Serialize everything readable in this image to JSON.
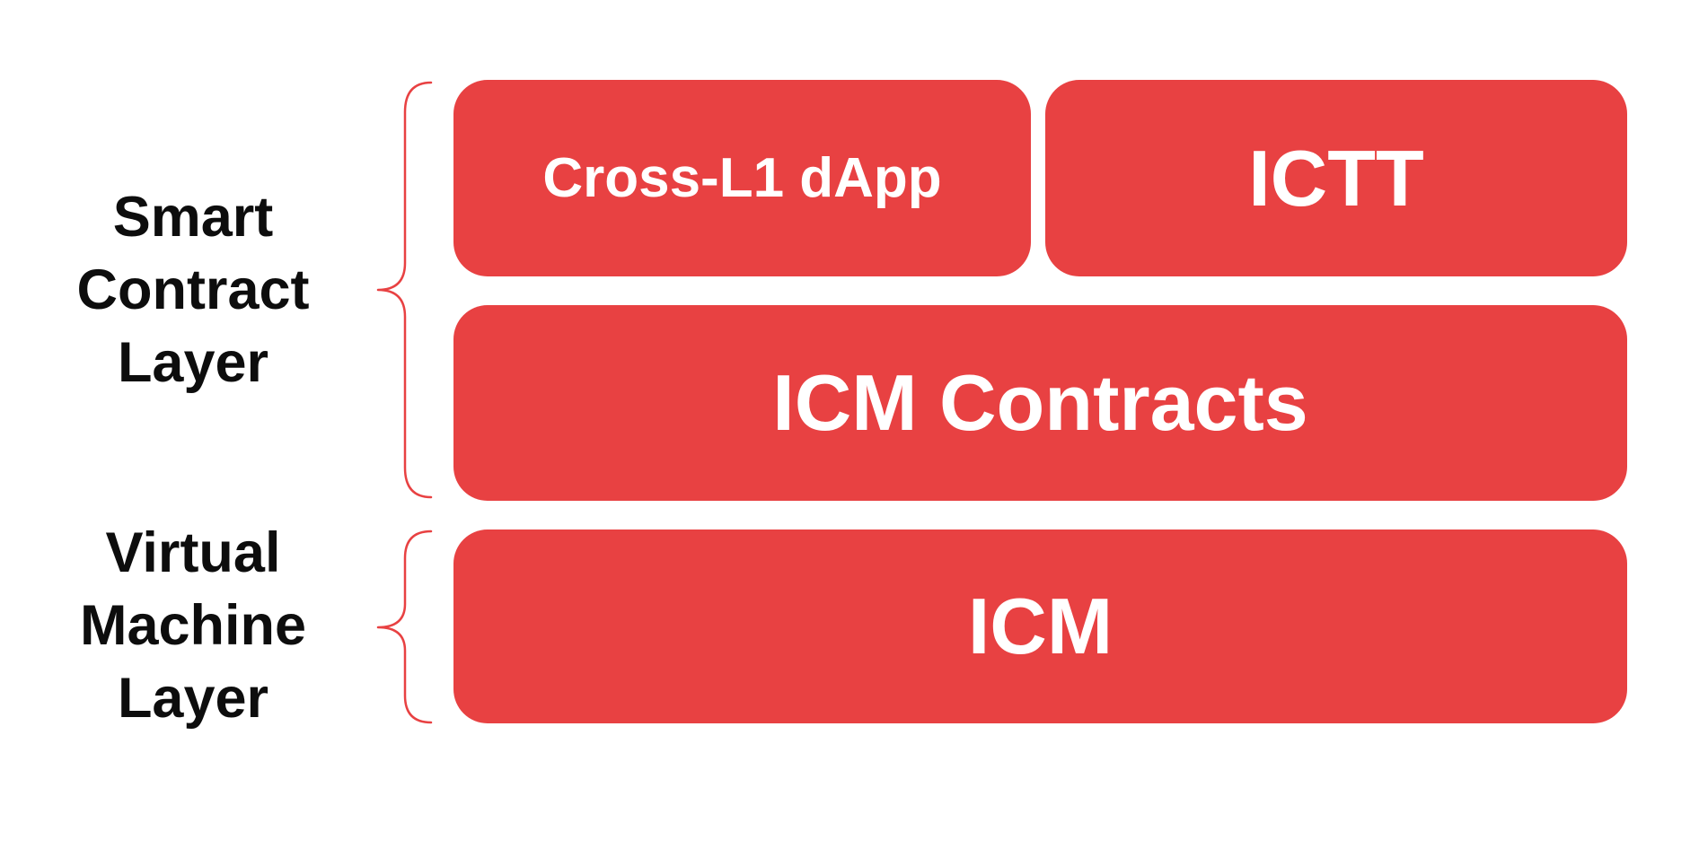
{
  "diagram": {
    "colors": {
      "accent_red": "#e84142",
      "label_black": "#0d0d0d",
      "box_text_white": "#ffffff",
      "background": "#ffffff"
    },
    "smart_contract_layer": {
      "label_lines": [
        "Smart",
        "Contract",
        "Layer"
      ],
      "boxes": {
        "cross_l1_dapp": "Cross-L1 dApp",
        "ictt": "ICTT",
        "icm_contracts": "ICM Contracts"
      }
    },
    "virtual_machine_layer": {
      "label_lines": [
        "Virtual",
        "Machine",
        "Layer"
      ],
      "boxes": {
        "icm": "ICM"
      }
    }
  }
}
